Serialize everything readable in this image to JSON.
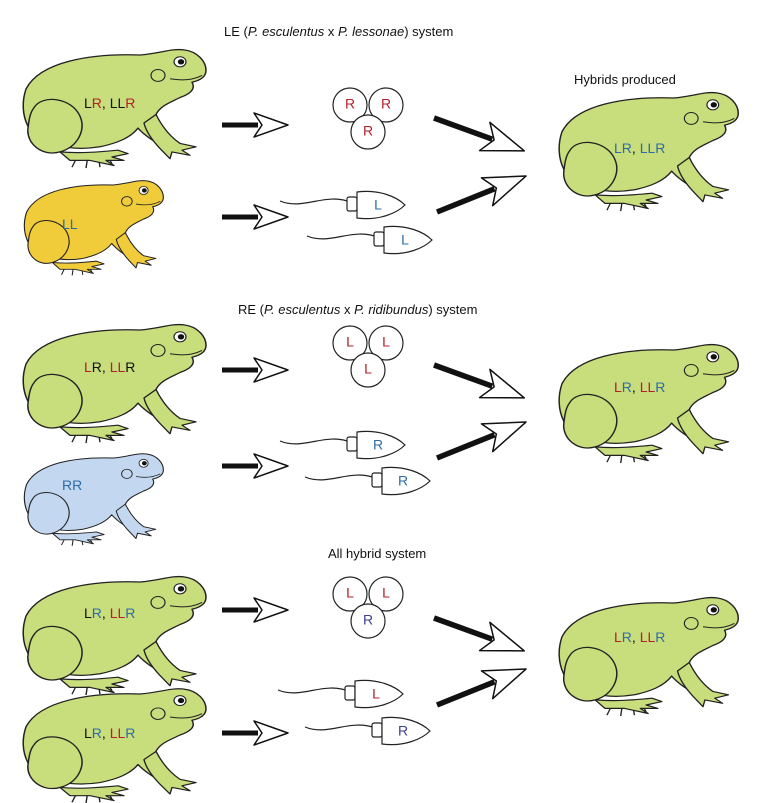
{
  "colors": {
    "red": "#b3202a",
    "blue": "#2e6ca6",
    "black": "#111111",
    "navy": "#3d3f8f",
    "hybrid_frog": "#c8dd7c",
    "lessonae_frog": "#f0cb3a",
    "ridibundus_frog": "#c3d8f0"
  },
  "labels": {
    "hybrids_produced": "Hybrids produced",
    "all_hybrid_title": "All hybrid system"
  },
  "le_title": {
    "p1": "LE (",
    "i1": "P. esculentus",
    "p2": "  x ",
    "i2": "P. lessonae",
    "p3": ") system"
  },
  "re_title": {
    "p1": "RE (",
    "i1": "P. esculentus",
    "p2": " x ",
    "i2": "P. ridibundus",
    "p3": ") system"
  },
  "sections": [
    {
      "parent1": {
        "segs": [
          {
            "t": "L",
            "c": "black"
          },
          {
            "t": "R",
            "c": "red"
          },
          {
            "t": ", ",
            "c": "black"
          },
          {
            "t": "LL",
            "c": "black"
          },
          {
            "t": "R",
            "c": "red"
          }
        ]
      },
      "parent2": {
        "segs": [
          {
            "t": "LL",
            "c": "blue"
          }
        ]
      },
      "eggs": [
        {
          "t": "R",
          "c": "red"
        },
        {
          "t": "R",
          "c": "red"
        },
        {
          "t": "R",
          "c": "red"
        }
      ],
      "sperm": [
        {
          "t": "L",
          "c": "blue"
        },
        {
          "t": "L",
          "c": "blue"
        }
      ],
      "hybrid": {
        "segs": [
          {
            "t": "LR",
            "c": "blue"
          },
          {
            "t": ", ",
            "c": "black"
          },
          {
            "t": "LLR",
            "c": "blue"
          }
        ]
      }
    },
    {
      "parent1": {
        "segs": [
          {
            "t": "L",
            "c": "red"
          },
          {
            "t": "R",
            "c": "black"
          },
          {
            "t": ", ",
            "c": "black"
          },
          {
            "t": "LL",
            "c": "red"
          },
          {
            "t": "R",
            "c": "black"
          }
        ]
      },
      "parent2": {
        "segs": [
          {
            "t": "RR",
            "c": "blue"
          }
        ]
      },
      "eggs": [
        {
          "t": "L",
          "c": "red"
        },
        {
          "t": "L",
          "c": "red"
        },
        {
          "t": "L",
          "c": "red"
        }
      ],
      "sperm": [
        {
          "t": "R",
          "c": "blue"
        },
        {
          "t": "R",
          "c": "blue"
        }
      ],
      "hybrid": {
        "segs": [
          {
            "t": "L",
            "c": "red"
          },
          {
            "t": "R",
            "c": "blue"
          },
          {
            "t": ", ",
            "c": "black"
          },
          {
            "t": "LL",
            "c": "red"
          },
          {
            "t": "R",
            "c": "blue"
          }
        ]
      }
    },
    {
      "parent1": {
        "segs": [
          {
            "t": "L",
            "c": "black"
          },
          {
            "t": "R",
            "c": "blue"
          },
          {
            "t": ", ",
            "c": "black"
          },
          {
            "t": "LL",
            "c": "red"
          },
          {
            "t": "R",
            "c": "blue"
          }
        ]
      },
      "parent2": {
        "segs": [
          {
            "t": "L",
            "c": "black"
          },
          {
            "t": "R",
            "c": "blue"
          },
          {
            "t": ", ",
            "c": "black"
          },
          {
            "t": "LL",
            "c": "red"
          },
          {
            "t": "R",
            "c": "blue"
          }
        ]
      },
      "eggs": [
        {
          "t": "L",
          "c": "red"
        },
        {
          "t": "L",
          "c": "red"
        },
        {
          "t": "R",
          "c": "navy"
        }
      ],
      "sperm": [
        {
          "t": "L",
          "c": "red"
        },
        {
          "t": "R",
          "c": "navy"
        }
      ],
      "hybrid": {
        "segs": [
          {
            "t": "L",
            "c": "red"
          },
          {
            "t": "R",
            "c": "blue"
          },
          {
            "t": ", ",
            "c": "black"
          },
          {
            "t": "LL",
            "c": "red"
          },
          {
            "t": "R",
            "c": "blue"
          }
        ]
      }
    }
  ]
}
